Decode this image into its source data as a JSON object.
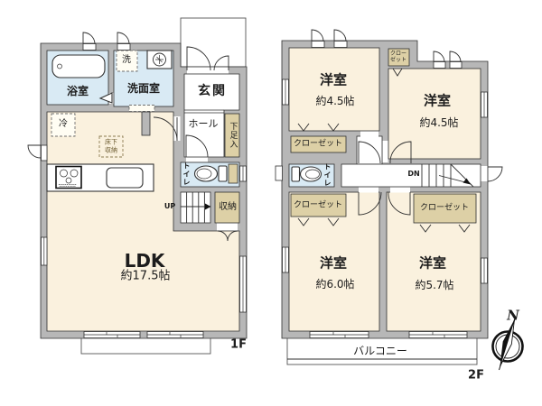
{
  "f1": {
    "floor_label": "1F",
    "bathroom": "浴室",
    "washer": "洗",
    "washroom": "洗面室",
    "water_heater_icon": "water-heater",
    "entrance": "玄関",
    "hall": "ホール",
    "shoe_cabinet": "下足入",
    "toilet": "トイレ",
    "fridge": "冷",
    "underfloor_line1": "床下",
    "underfloor_line2": "収納",
    "up": "UP",
    "storage": "収納",
    "ldk": "LDK",
    "ldk_size": "約17.5帖"
  },
  "f2": {
    "floor_label": "2F",
    "room_nw": "洋室",
    "room_nw_size": "約4.5帖",
    "room_ne": "洋室",
    "room_ne_size": "約4.5帖",
    "room_sw": "洋室",
    "room_sw_size": "約6.0帖",
    "room_se": "洋室",
    "room_se_size": "約5.7帖",
    "closet_small_line1": "クロー",
    "closet_small_line2": "ゼット",
    "closet_nw": "クローゼット",
    "closet_sw": "クローゼット",
    "closet_se": "クローゼット",
    "toilet": "トイレ",
    "dn": "DN",
    "balcony": "バルコニー"
  },
  "compass": {
    "north": "N"
  },
  "colors": {
    "room_cream": "#faf1de",
    "wet_blue": "#d9eaf4",
    "closet_tan": "#ddd0a6",
    "wall_gray": "#b7b7b7",
    "line": "#2f2f2f",
    "background": "#ffffff"
  }
}
